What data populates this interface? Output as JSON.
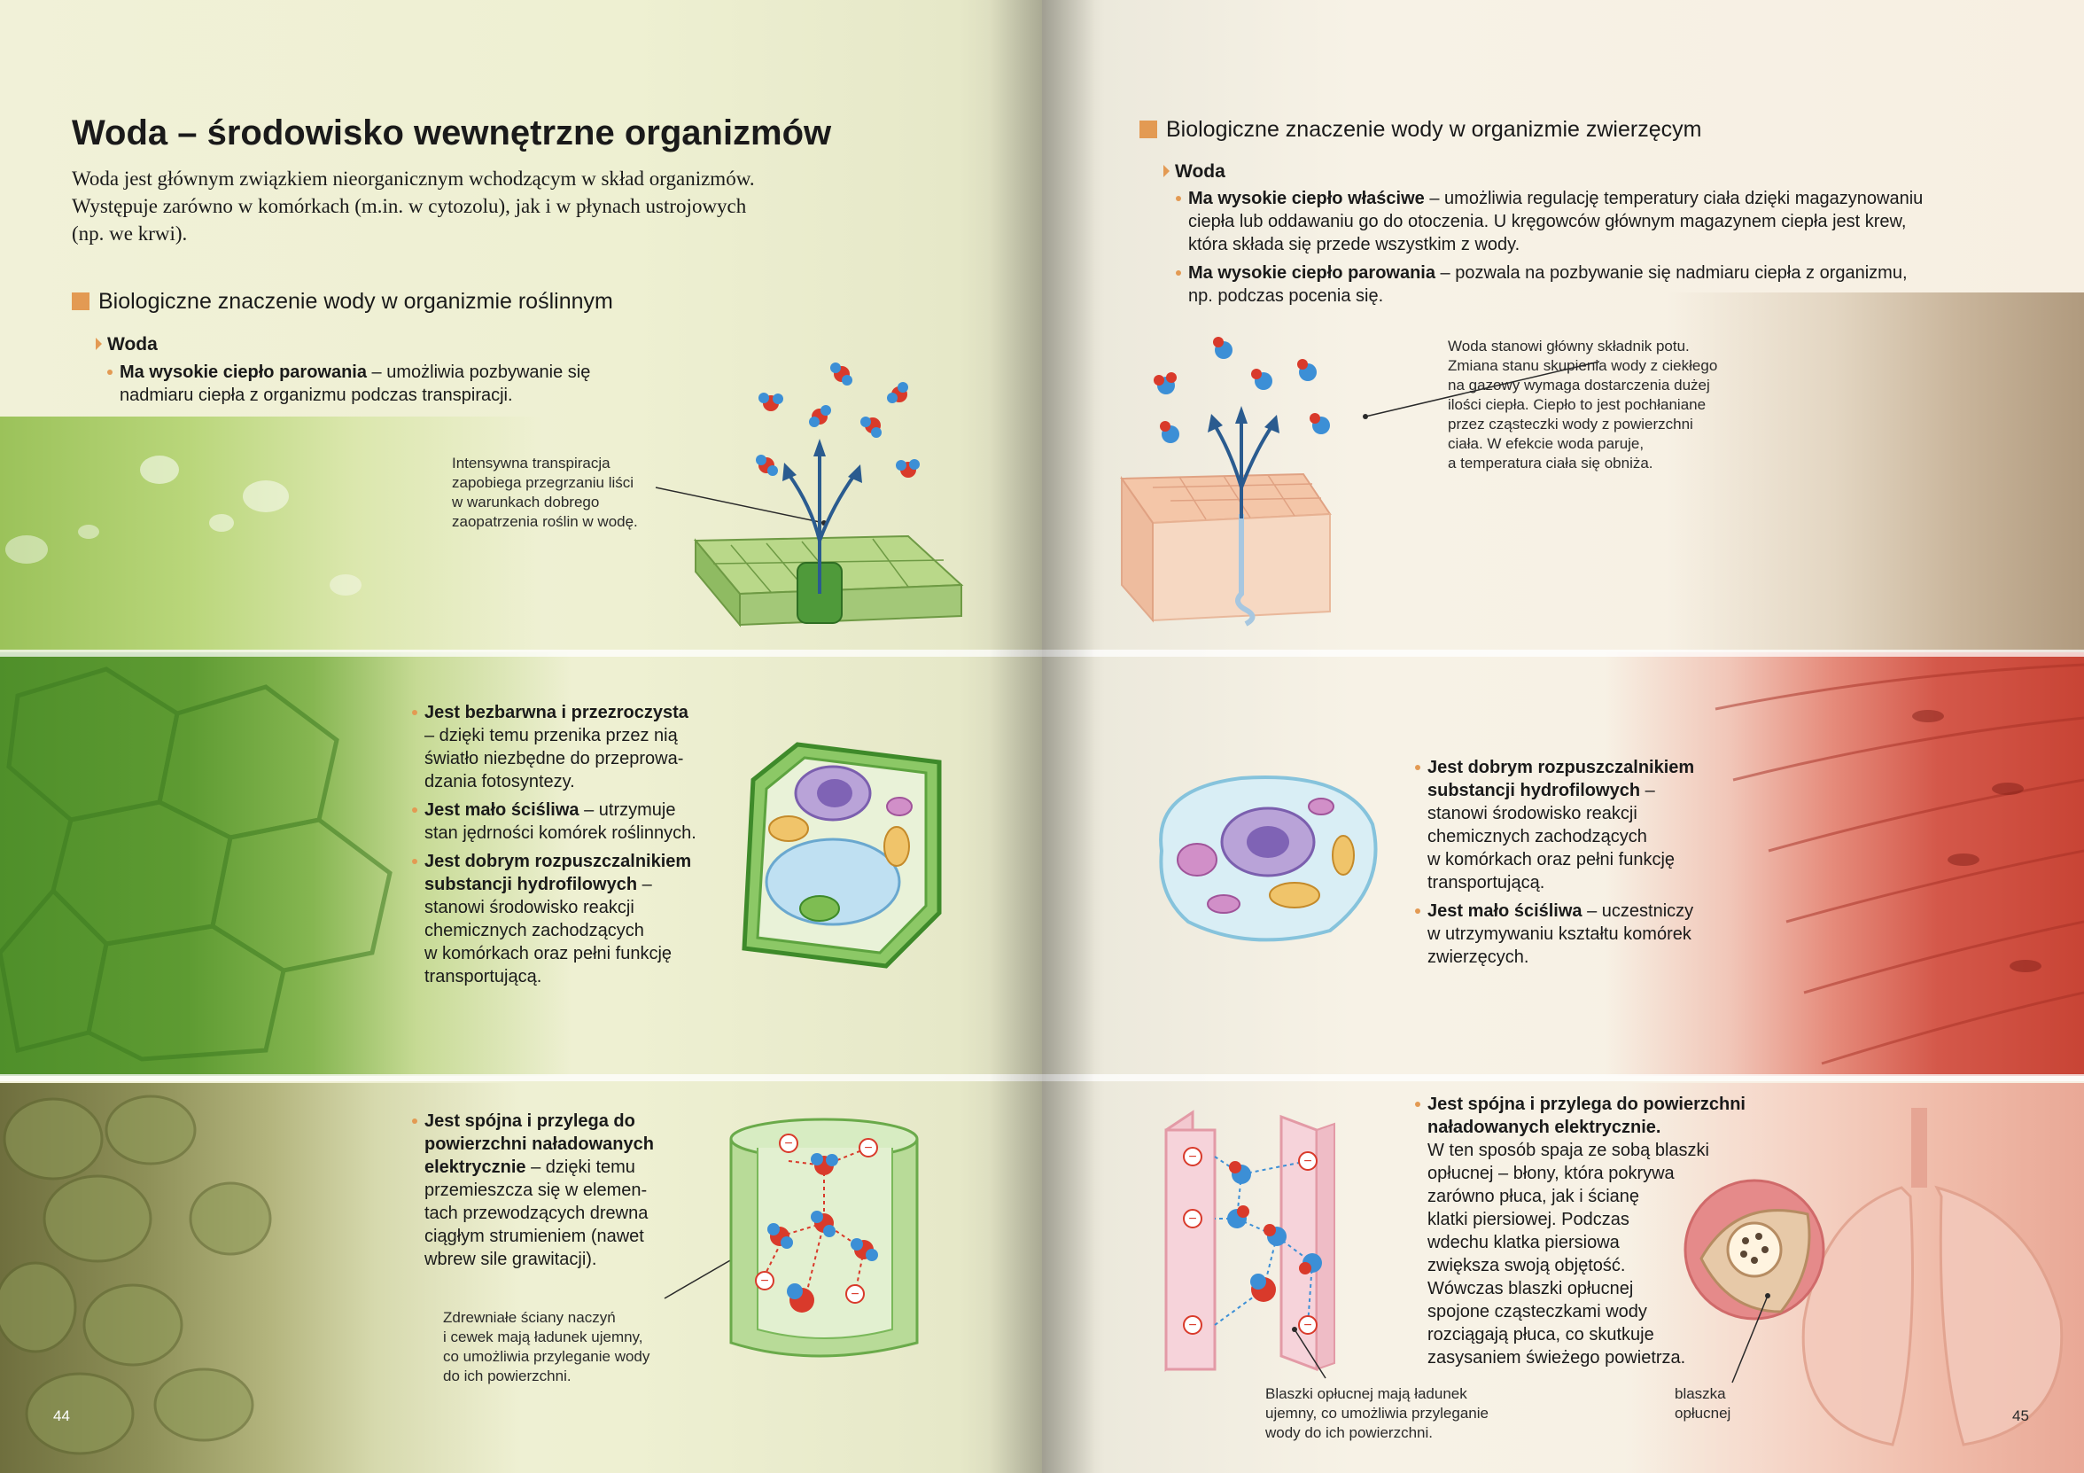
{
  "left": {
    "title": "Woda – środowisko wewnętrzne organizmów",
    "intro": {
      "line1": "Woda jest głównym związkiem nieorganicznym wchodzącym w skład organizmów.",
      "line2": "Występuje zarówno w komórkach (m.in. w cytozolu), jak i w płynach ustrojowych",
      "line3": "(np. we krwi)."
    },
    "section_heading": "Biologiczne znaczenie wody w organizmie roślinnym",
    "subheading": "Woda",
    "p1": {
      "bold": "Ma wysokie ciepło parowania",
      "line1": " – umożliwia pozbywanie się",
      "line2": "nadmiaru ciepła z organizmu podczas transpiracji."
    },
    "cap1": {
      "line1": "Intensywna transpiracja",
      "line2": "zapobiega przegrzaniu liści",
      "line3": "w warunkach dobrego",
      "line4": "zaopatrzenia roślin w wodę."
    },
    "p2": {
      "bold": "Jest bezbarwna i przezroczysta",
      "line1": "– dzięki temu przenika przez nią",
      "line2": "światło niezbędne do przeprowa-",
      "line3": "dzania fotosyntezy."
    },
    "p3": {
      "bold": "Jest mało ściśliwa",
      "line1": " – utrzymuje",
      "line2": "stan jędrności komórek roślinnych."
    },
    "p4": {
      "bold1": "Jest dobrym rozpuszczalnikiem",
      "bold2": "substancji hydrofilowych",
      "rest1": " –",
      "line1": "stanowi środowisko reakcji",
      "line2": "chemicznych zachodzących",
      "line3": "w komórkach oraz pełni funkcję",
      "line4": "transportującą."
    },
    "p5": {
      "bold1": "Jest spójna i przylega do",
      "bold2": "powierzchni naładowanych",
      "bold3": "elektrycznie",
      "rest1": " – dzięki temu",
      "line1": "przemieszcza się w elemen-",
      "line2": "tach przewodzących drewna",
      "line3": "ciągłym strumieniem (nawet",
      "line4": "wbrew sile grawitacji)."
    },
    "cap2": {
      "line1": "Zdrewniałe ściany naczyń",
      "line2": "i cewek mają ładunek ujemny,",
      "line3": "co umożliwia przyleganie wody",
      "line4": "do ich powierzchni."
    },
    "page_number": "44"
  },
  "right": {
    "section_heading": "Biologiczne znaczenie wody w organizmie zwierzęcym",
    "subheading": "Woda",
    "p1": {
      "bold": "Ma wysokie ciepło właściwe",
      "line1": " – umożliwia regulację temperatury ciała dzięki magazynowaniu",
      "line2": "ciepła lub oddawaniu go do otoczenia. U kręgowców głównym magazynem ciepła jest krew,",
      "line3": "która składa się przede wszystkim z wody."
    },
    "p2": {
      "bold": "Ma wysokie ciepło parowania",
      "line1": " – pozwala na pozbywanie się nadmiaru ciepła z organizmu,",
      "line2": "np. podczas pocenia się."
    },
    "cap1": {
      "line1": "Woda stanowi główny składnik potu.",
      "line2": "Zmiana stanu skupienia wody z ciekłego",
      "line3": "na gazowy wymaga dostarczenia dużej",
      "line4": "ilości ciepła. Ciepło to jest pochłaniane",
      "line5": "przez cząsteczki wody z powierzchni",
      "line6": "ciała. W efekcie woda paruje,",
      "line7": "a temperatura ciała się obniża."
    },
    "p3": {
      "bold1": "Jest dobrym rozpuszczalnikiem",
      "bold2": "substancji hydrofilowych",
      "rest1": " –",
      "line1": "stanowi środowisko reakcji",
      "line2": "chemicznych zachodzących",
      "line3": "w komórkach oraz pełni funkcję",
      "line4": "transportującą."
    },
    "p4": {
      "bold": "Jest mało ściśliwa",
      "line1": " – uczestniczy",
      "line2": "w utrzymywaniu kształtu komórek",
      "line3": "zwierzęcych."
    },
    "p5": {
      "bold1": "Jest spójna i przylega do powierzchni",
      "bold2": "naładowanych elektrycznie.",
      "line1": "W ten sposób spaja ze sobą blaszki",
      "line2": "opłucnej – błony, która pokrywa",
      "line3": "zarówno płuca, jak i ścianę",
      "line4": "klatki piersiowej. Podczas",
      "line5": "wdechu klatka piersiowa",
      "line6": "zwiększa swoją objętość.",
      "line7": "Wówczas blaszki opłucnej",
      "line8": "spojone cząsteczkami wody",
      "line9": "rozciągają płuca, co skutkuje",
      "line10": "zasysaniem świeżego powietrza."
    },
    "cap2": {
      "line1": "Blaszki opłucnej mają ładunek",
      "line2": "ujemny, co umożliwia przyleganie",
      "line3": "wody do ich powierzchni."
    },
    "cap3": {
      "line1": "blaszka",
      "line2": "opłucnej"
    },
    "page_number": "45"
  },
  "colors": {
    "accent": "#e39a53",
    "arrow": "#2a5b8f",
    "oxygen": "#d93a2b",
    "hydrogen": "#3c8fd6"
  },
  "icons": {
    "minus": "−"
  }
}
